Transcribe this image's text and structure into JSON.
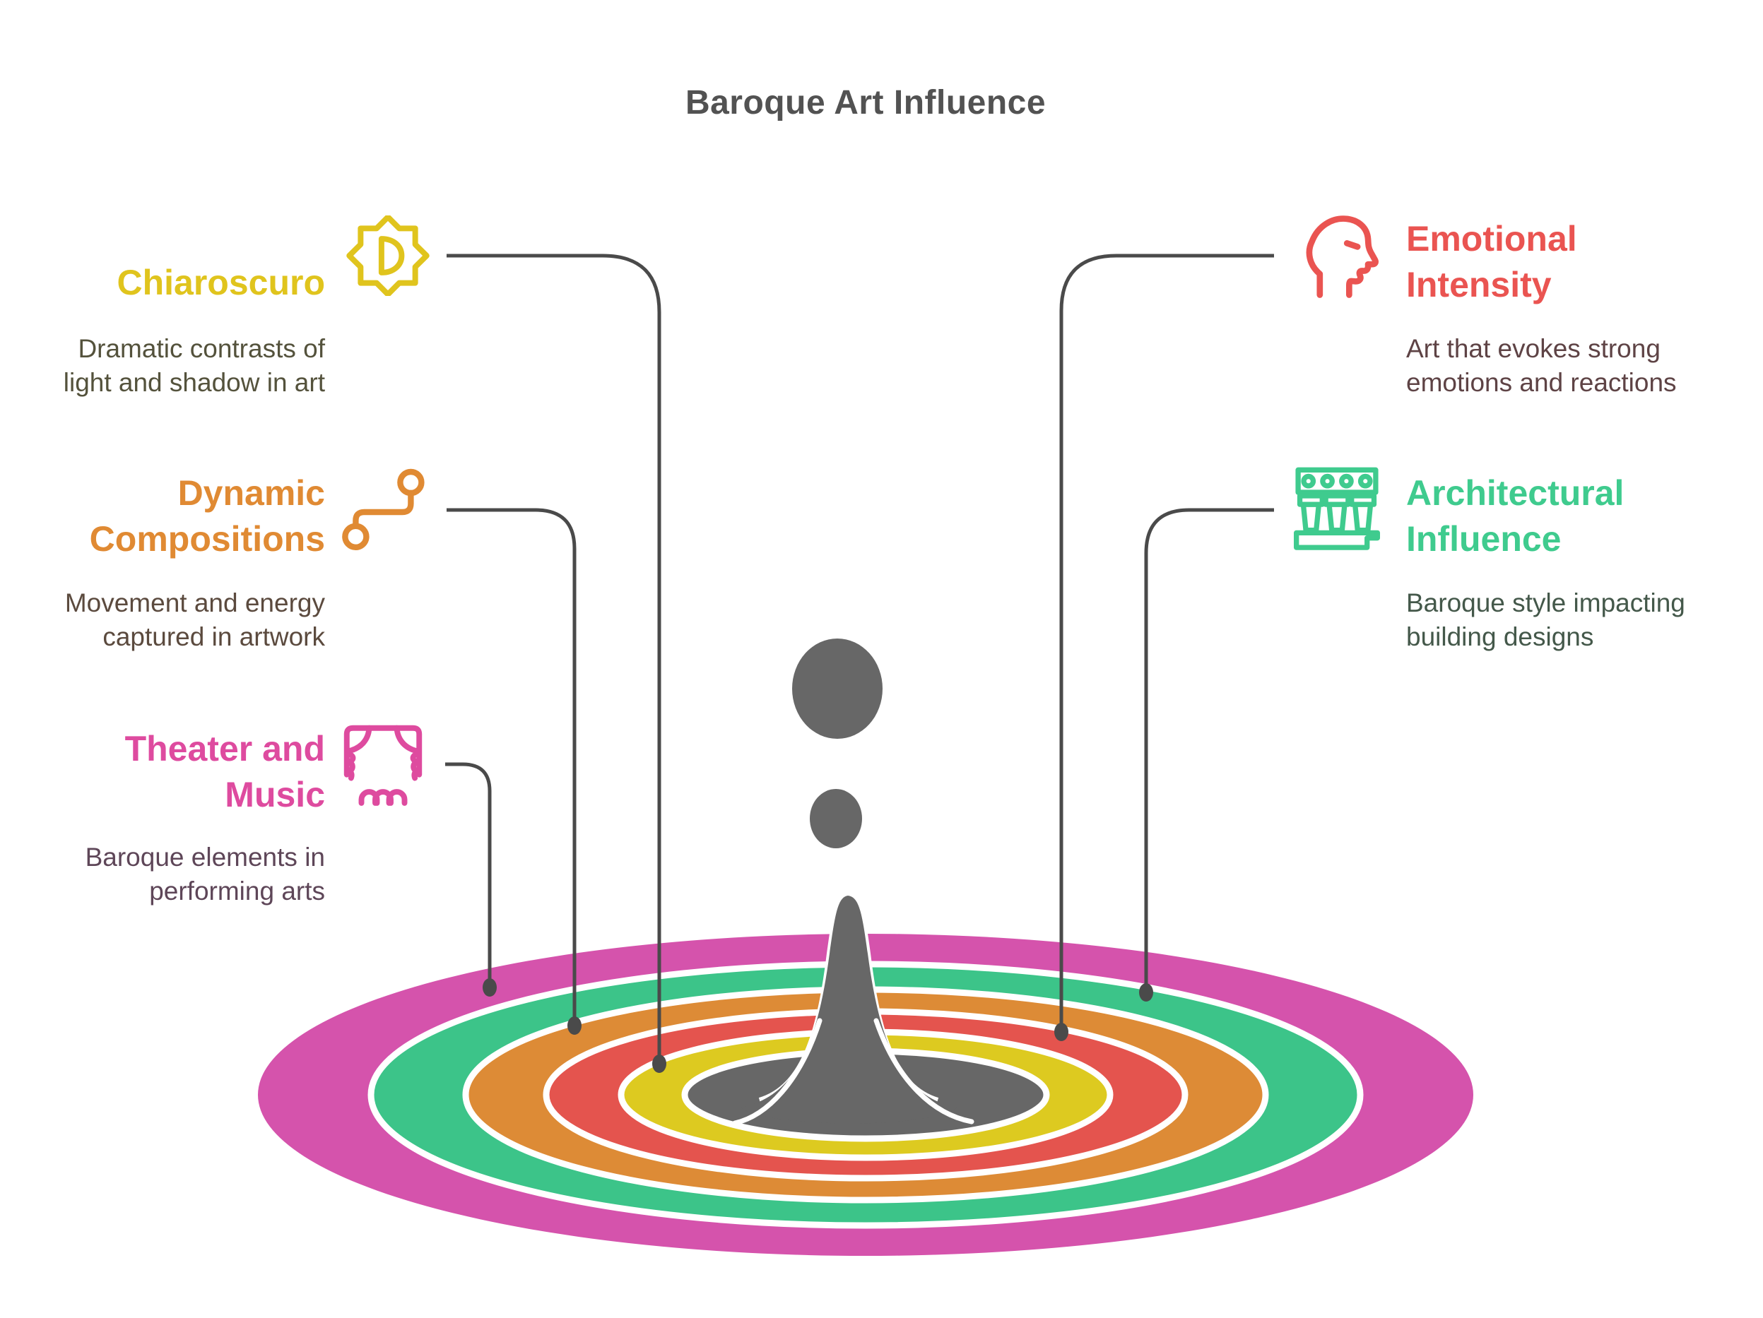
{
  "title": "Baroque Art Influence",
  "colors": {
    "title_text": "#525252",
    "connector": "#4a4a4a",
    "splash_gray": "#676767",
    "ring_gap_white": "#ffffff"
  },
  "ripple": {
    "rings": [
      {
        "name": "outer-pink",
        "color": "#d553ac"
      },
      {
        "name": "green",
        "color": "#3cc489"
      },
      {
        "name": "orange",
        "color": "#dd8b36"
      },
      {
        "name": "red",
        "color": "#e4544e"
      },
      {
        "name": "yellow",
        "color": "#ddca20"
      },
      {
        "name": "center-gray",
        "color": "#676767"
      }
    ]
  },
  "items": [
    {
      "id": "chiaroscuro",
      "icon": "contrast-sun-icon",
      "accent": "#e0c41d",
      "desc_color": "#54523c",
      "title_lines": [
        "Chiaroscuro"
      ],
      "desc_lines": [
        "Dramatic contrasts of",
        "light and shadow in art"
      ]
    },
    {
      "id": "dynamic-compositions",
      "icon": "flow-route-icon",
      "accent": "#e08a33",
      "desc_color": "#5b4a3e",
      "title_lines": [
        "Dynamic",
        "Compositions"
      ],
      "desc_lines": [
        "Movement and energy",
        "captured in artwork"
      ]
    },
    {
      "id": "theater-and-music",
      "icon": "theater-stage-icon",
      "accent": "#de4b9f",
      "desc_color": "#5e4658",
      "title_lines": [
        "Theater and",
        "Music"
      ],
      "desc_lines": [
        "Baroque elements in",
        "performing arts"
      ]
    },
    {
      "id": "emotional-intensity",
      "icon": "face-profile-icon",
      "accent": "#ea5451",
      "desc_color": "#5e4345",
      "title_lines": [
        "Emotional",
        "Intensity"
      ],
      "desc_lines": [
        "Art that evokes strong",
        "emotions and reactions"
      ]
    },
    {
      "id": "architectural-influence",
      "icon": "columns-balustrade-icon",
      "accent": "#3fcb8e",
      "desc_color": "#44584a",
      "title_lines": [
        "Architectural",
        "Influence"
      ],
      "desc_lines": [
        "Baroque style impacting",
        "building designs"
      ]
    }
  ]
}
